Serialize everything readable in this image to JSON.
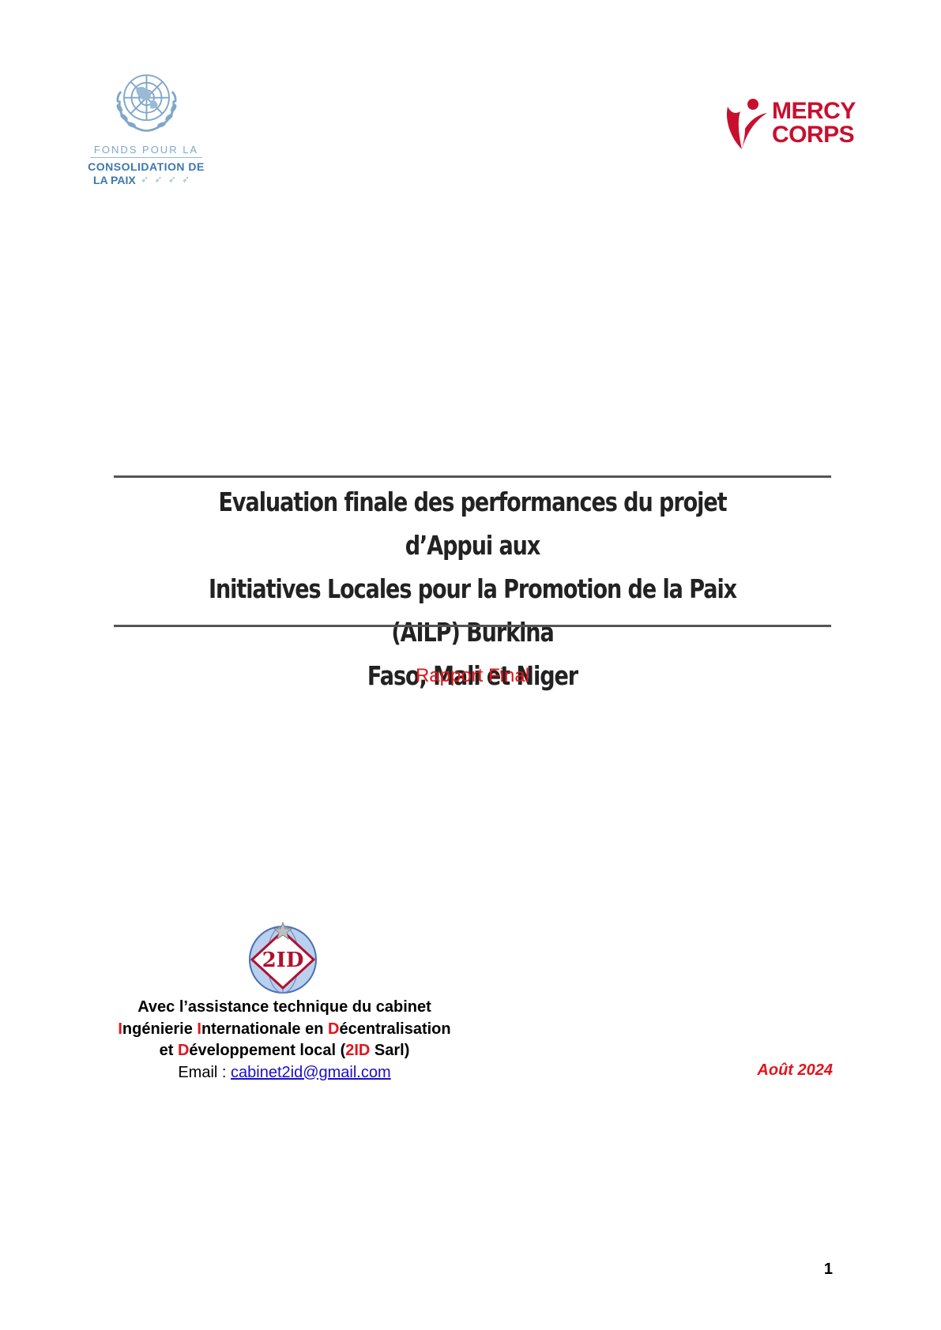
{
  "logos": {
    "pbf": {
      "line1": "FONDS POUR LA",
      "line2": "CONSOLIDATION DE",
      "line3": "LA PAIX",
      "doves": "➶ ➶ ➶ ➶",
      "primary_color": "#3c78ad",
      "secondary_color": "#9ab9d6"
    },
    "mercy_corps": {
      "line1": "MERCY",
      "line2": "CORPS",
      "color": "#c8102e"
    },
    "twoid": {
      "text": "2ID",
      "color": "#b01030"
    }
  },
  "title": {
    "line1": "Evaluation finale des performances du projet d’Appui aux",
    "line2": "Initiatives Locales pour la Promotion de la Paix (AILP) Burkina",
    "line3": "Faso, Mali et Niger"
  },
  "subtitle": "Rapport Final",
  "assistance": {
    "line1": "Avec l’assistance technique du cabinet",
    "line2_parts": [
      "I",
      "ngénierie ",
      "I",
      "nternationale en ",
      "D",
      "écentralisation"
    ],
    "line3_parts": [
      "et ",
      "D",
      "éveloppement local (",
      "2ID",
      " Sarl)"
    ],
    "email_label": "Email : ",
    "email": "cabinet2id@gmail.com"
  },
  "date": "Août 2024",
  "page_number": "1",
  "colors": {
    "accent_red": "#e3141b",
    "link_blue": "#1a0dcc",
    "rule": "#555555"
  }
}
